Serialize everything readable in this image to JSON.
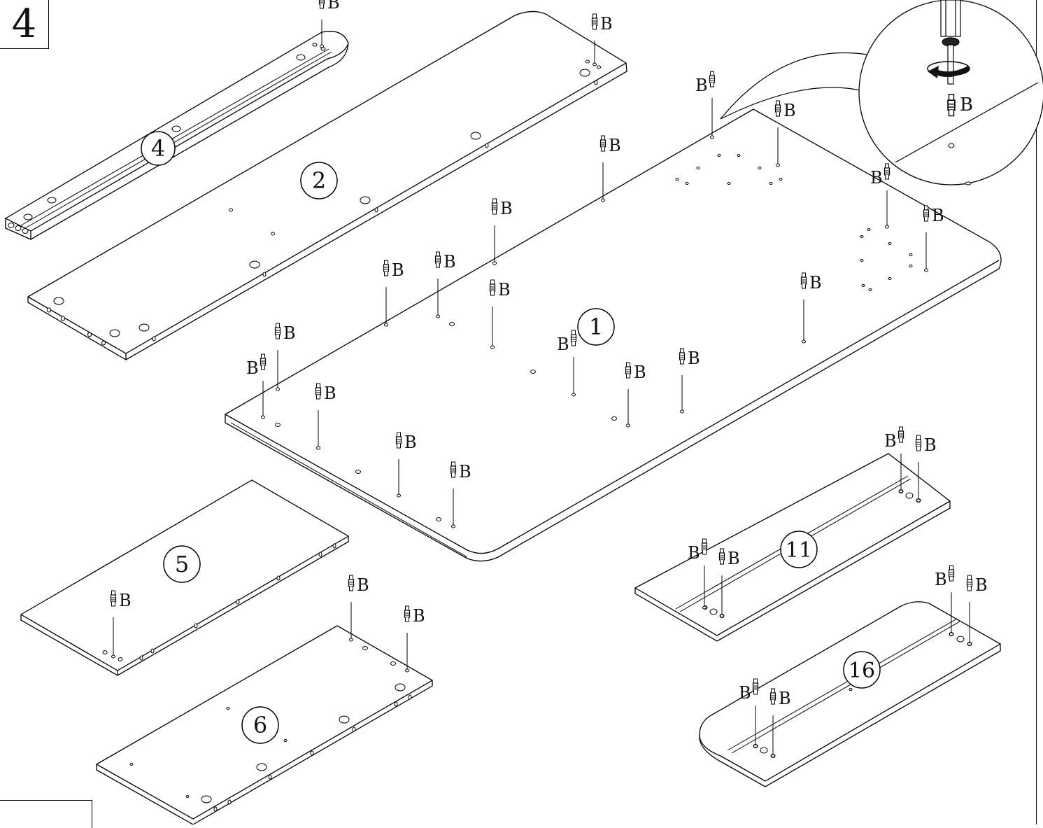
{
  "step": {
    "number": "4"
  },
  "fastener_label": "B",
  "panels": [
    {
      "id": "panel-1",
      "label": "1"
    },
    {
      "id": "panel-2",
      "label": "2"
    },
    {
      "id": "panel-4",
      "label": "4"
    },
    {
      "id": "panel-5",
      "label": "5"
    },
    {
      "id": "panel-6",
      "label": "6"
    },
    {
      "id": "panel-11",
      "label": "11"
    },
    {
      "id": "panel-16",
      "label": "16"
    }
  ],
  "detail": {
    "label": "B",
    "icon": "screwdriver-icon",
    "rotation": "clockwise-arrow-icon"
  }
}
